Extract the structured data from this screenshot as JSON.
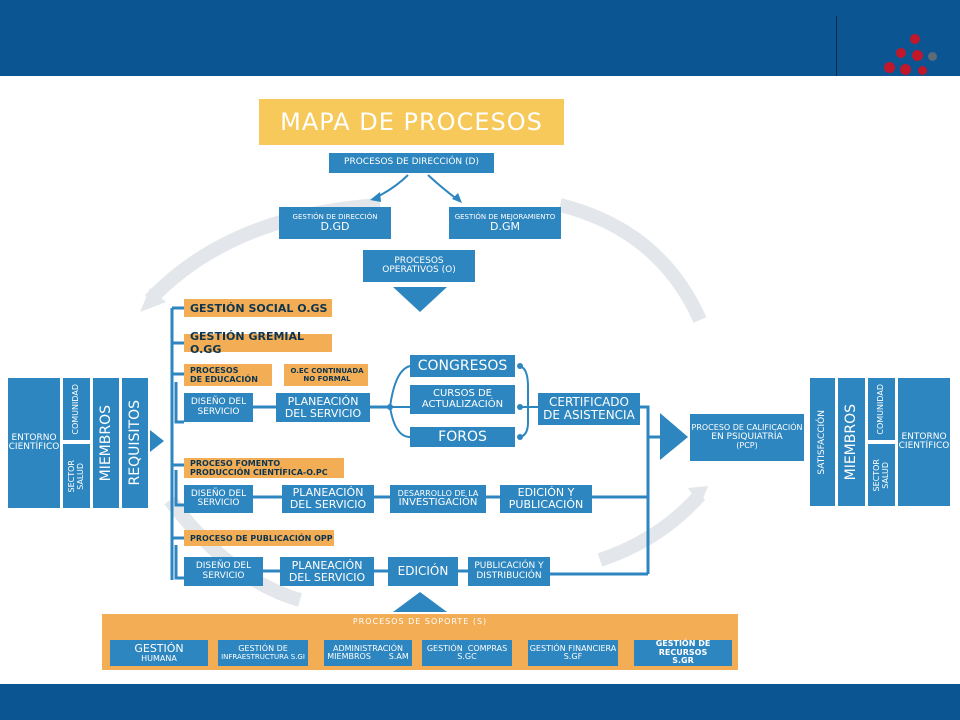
{
  "title": "MAPA DE PROCESOS",
  "direction": {
    "header": "PROCESOS DE DIRECCIÓN (D)",
    "gd": {
      "label": "GESTIÓN DE DIRECCIÓN",
      "code": "D.GD"
    },
    "gm": {
      "label": "GESTIÓN DE MEJORAMIENTO",
      "code": "D.GM"
    }
  },
  "operative": {
    "line1": "PROCESOS",
    "line2": "OPERATIVOS (O)"
  },
  "left_panel": {
    "entorno": [
      "ENTORNO",
      "CIENTÍFICO"
    ],
    "comunidad": "COMUNIDAD",
    "sector": [
      "SECTOR",
      "SALUD"
    ],
    "miembros": "MIEMBROS",
    "requisitos": "REQUISITOS"
  },
  "right_panel": {
    "satisfaccion": "SATISFACCIÓN",
    "miembros": "MIEMBROS",
    "comunidad": "COMUNIDAD",
    "sector": [
      "SECTOR",
      "SALUD"
    ],
    "entorno": [
      "ENTORNO",
      "CIENTÍFICO"
    ]
  },
  "gestion_social": "GESTIÓN SOCIAL O.GS",
  "gestion_gremial": "GESTIÓN GREMIAL O.GG",
  "educacion": {
    "label": [
      "PROCESOS",
      "DE EDUCACIÓN"
    ],
    "sublabel": [
      "O.EC CONTINUADA",
      "NO FORMAL"
    ],
    "diseno": [
      "DISEÑO DEL",
      "SERVICIO"
    ],
    "planeacion": [
      "PLANEACIÓN",
      "DEL SERVICIO"
    ],
    "congresos": "CONGRESOS",
    "cursos": [
      "CURSOS DE",
      "ACTUALIZACIÓN"
    ],
    "foros": "FOROS",
    "certificado": [
      "CERTIFICADO",
      "DE ASISTENCIA"
    ]
  },
  "fomento": {
    "label": [
      "PROCESO FOMENTO",
      "PRODUCCIÓN CIENTÍFICA-O.PC"
    ],
    "diseno": [
      "DISEÑO DEL",
      "SERVICIO"
    ],
    "planeacion": [
      "PLANEACIÓN",
      "DEL SERVICIO"
    ],
    "desarrollo": [
      "DESARROLLO DE LA",
      "INVESTIGACIÓN"
    ],
    "edicion": [
      "EDICIÓN Y",
      "PUBLICACIÓN"
    ]
  },
  "publicacion": {
    "label": "PROCESO DE PUBLICACIÓN  OPP",
    "diseno": [
      "DISEÑO DEL",
      "SERVICIO"
    ],
    "planeacion": [
      "PLANEACIÓN",
      "DEL SERVICIO"
    ],
    "edicion": "EDICIÓN",
    "distribucion": [
      "PUBLICACIÓN Y",
      "DISTRIBUCIÓN"
    ]
  },
  "calificacion": [
    "PROCESO DE CALIFICACIÓN",
    "EN PSIQUIATRÍA",
    "(PCP)"
  ],
  "soporte": {
    "header": "PROCESOS DE SOPORTE (S)",
    "items": [
      {
        "l1": "GESTIÓN",
        "l2": "HUMANA"
      },
      {
        "l1": "GESTIÓN DE",
        "l2": "INFRAESTRUCTURA S.GI"
      },
      {
        "l1": "ADMINISTRACIÓN",
        "l2": "MIEMBROS       S.AM"
      },
      {
        "l1": "GESTIÓN  COMPRAS",
        "l2": "S.GC"
      },
      {
        "l1": "GESTIÓN FINANCIERA",
        "l2": "S.GF"
      },
      {
        "l1": "GESTIÓN DE RECURSOS",
        "l2": "S.GR"
      }
    ]
  },
  "colors": {
    "header_bar": "#0a5592",
    "box_blue": "#2d86bf",
    "box_orange": "#f3ad55",
    "title_yellow": "#f7c85a",
    "logo_red": "#c0172b"
  }
}
